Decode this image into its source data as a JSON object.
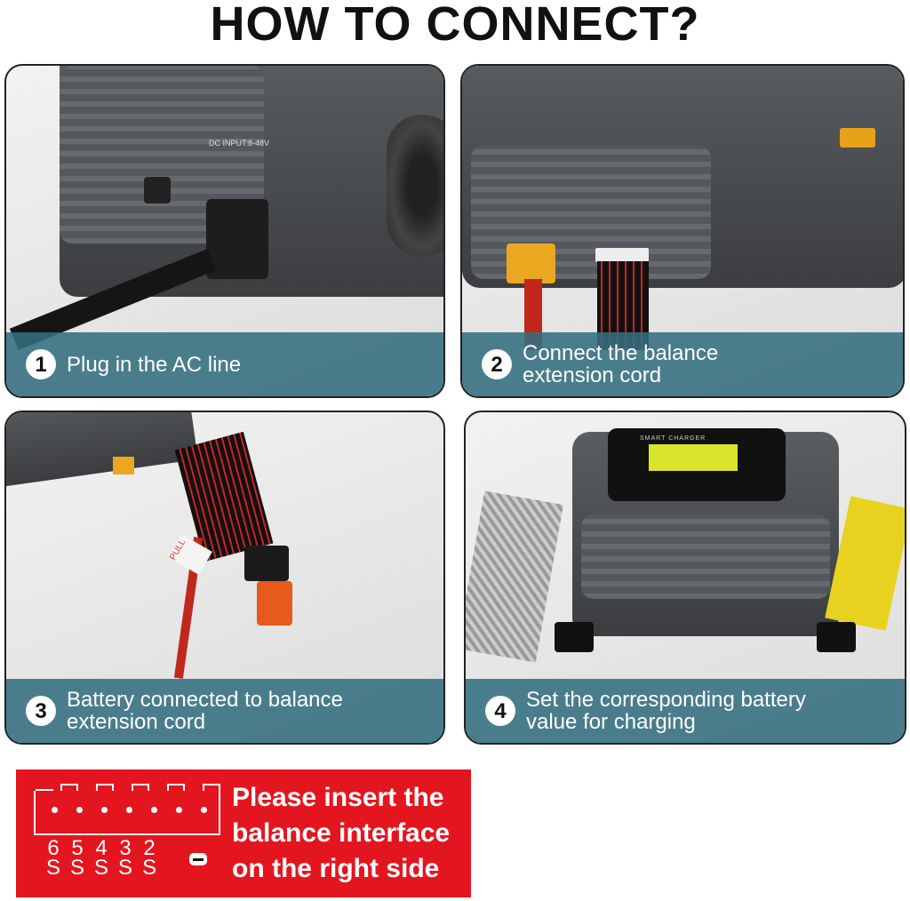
{
  "title": "HOW TO CONNECT?",
  "steps": [
    {
      "number": "1",
      "caption": "Plug in the AC line",
      "label": "DC INPUT:8-48V"
    },
    {
      "number": "2",
      "caption": "Connect the balance extension cord"
    },
    {
      "number": "3",
      "caption": "Battery connected to balance extension cord",
      "label": "PULL"
    },
    {
      "number": "4",
      "caption": "Set the corresponding battery value for charging",
      "label": "SMART CHARGER"
    }
  ],
  "note": {
    "pins": [
      "6 S",
      "5 S",
      "4 S",
      "3 S",
      "2 S"
    ],
    "pin_numbers": [
      "6",
      "5",
      "4",
      "3",
      "2"
    ],
    "pin_unit": "S",
    "text_lines": [
      "Please insert the",
      "balance interface",
      "on the right side"
    ],
    "background": "#e3161f"
  },
  "colors": {
    "caption_band": "#346e80"
  }
}
